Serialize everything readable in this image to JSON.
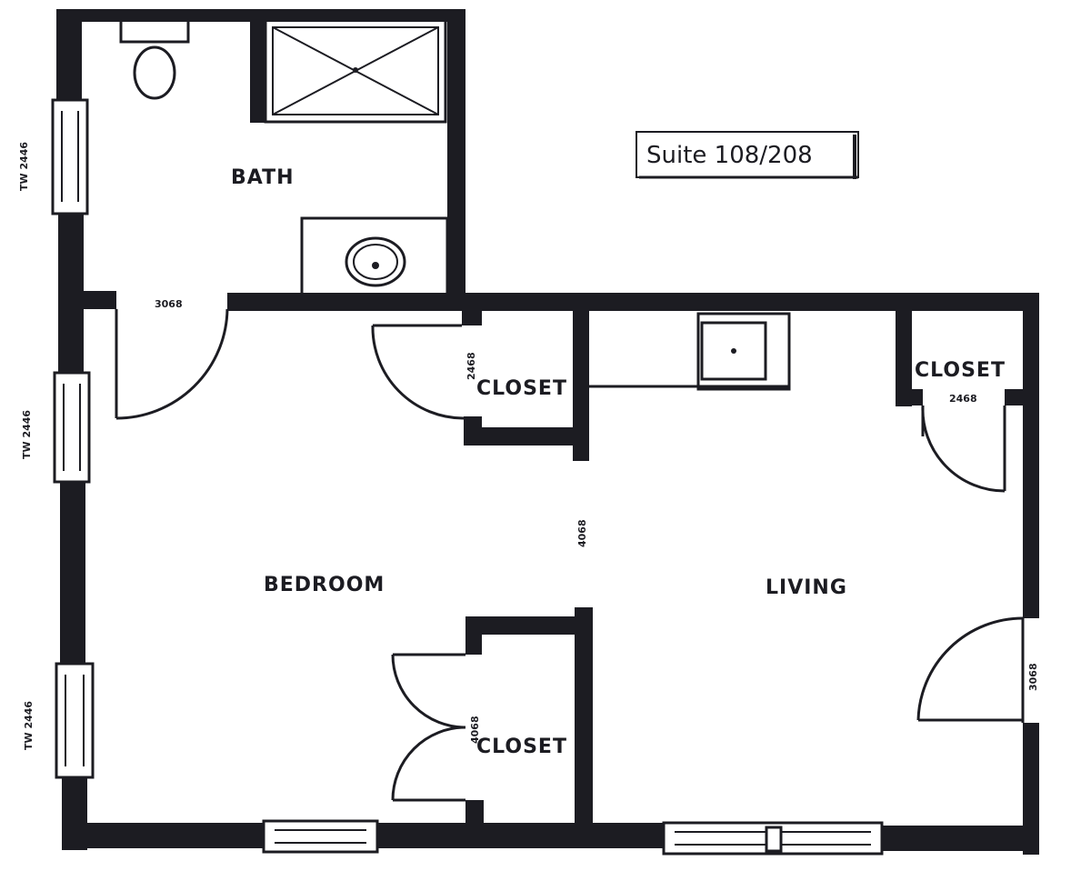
{
  "title": "Suite 108/208",
  "rooms": {
    "bath": "BATH",
    "bedroom": "BEDROOM",
    "living": "LIVING"
  },
  "closets": [
    "CLOSET",
    "CLOSET",
    "CLOSET"
  ],
  "windows": [
    "TW 2446",
    "TW 2446",
    "TW 2446"
  ],
  "doors": {
    "bath_door": "3068",
    "upper_closet_door": "2468",
    "right_closet_door": "2468",
    "opening_center": "4068",
    "lower_closet_door": "4068",
    "entry_door": "3068"
  }
}
